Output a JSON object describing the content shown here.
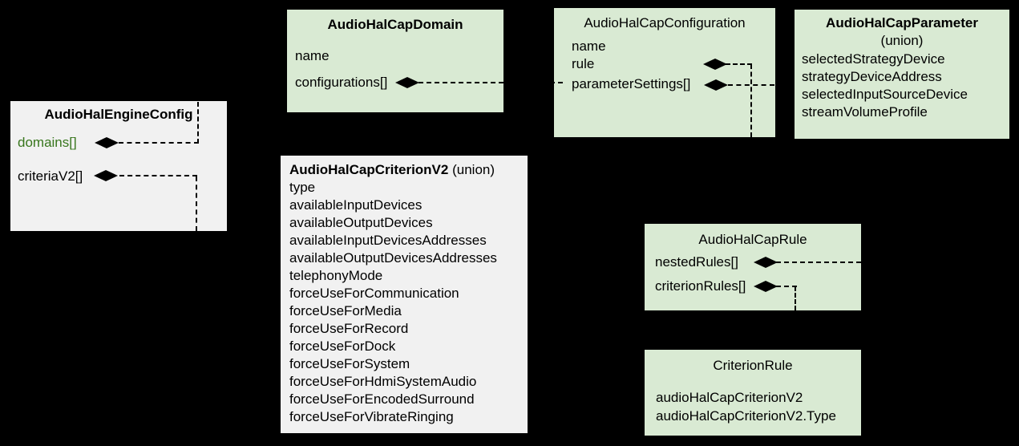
{
  "diagram": {
    "background_color": "#000000",
    "box_fill_green": "#d9ead3",
    "box_fill_gray": "#f1f1f1",
    "field_text_color": "#000000",
    "highlight_text_color": "#38761d",
    "connector_style": "dashed",
    "connector_marker": "filled-diamond"
  },
  "boxes": [
    {
      "title": "AudioHalEngineConfig",
      "fields": [
        "domains[]",
        "criteriaV2[]"
      ]
    },
    {
      "title": "AudioHalCapDomain",
      "fields": [
        "name",
        "configurations[]"
      ]
    },
    {
      "title": "AudioHalCapConfiguration",
      "fields": [
        "name",
        "rule",
        "parameterSettings[]"
      ]
    },
    {
      "title": "AudioHalCapParameter",
      "subtitle": "(union)",
      "fields": [
        "selectedStrategyDevice",
        "strategyDeviceAddress",
        "selectedInputSourceDevice",
        "streamVolumeProfile"
      ]
    },
    {
      "title": "AudioHalCapCriterionV2",
      "subtitle": "(union)",
      "fields": [
        "type",
        "availableInputDevices",
        "availableOutputDevices",
        "availableInputDevicesAddresses",
        "availableOutputDevicesAddresses",
        "telephonyMode",
        "forceUseForCommunication",
        "forceUseForMedia",
        "forceUseForRecord",
        "forceUseForDock",
        "forceUseForSystem",
        "forceUseForHdmiSystemAudio",
        "forceUseForEncodedSurround",
        "forceUseForVibrateRinging"
      ]
    },
    {
      "title": "AudioHalCapRule",
      "fields": [
        "nestedRules[]",
        "criterionRules[]"
      ]
    },
    {
      "title": "CriterionRule",
      "fields": [
        "audioHalCapCriterionV2",
        "audioHalCapCriterionV2.Type"
      ]
    }
  ],
  "connections": [
    {
      "source": "AudioHalEngineConfig.domains[]",
      "marker": "filled-diamond",
      "style": "dashed"
    },
    {
      "source": "AudioHalEngineConfig.criteriaV2[]",
      "marker": "filled-diamond",
      "style": "dashed"
    },
    {
      "source": "AudioHalCapDomain.configurations[]",
      "marker": "filled-diamond",
      "style": "dashed"
    },
    {
      "source": "AudioHalCapConfiguration.rule",
      "marker": "filled-diamond",
      "style": "dashed"
    },
    {
      "source": "AudioHalCapConfiguration.parameterSettings[]",
      "marker": "filled-diamond",
      "style": "dashed"
    },
    {
      "source": "AudioHalCapRule.nestedRules[]",
      "marker": "filled-diamond",
      "style": "dashed"
    },
    {
      "source": "AudioHalCapRule.criterionRules[]",
      "marker": "filled-diamond",
      "style": "dashed"
    }
  ]
}
